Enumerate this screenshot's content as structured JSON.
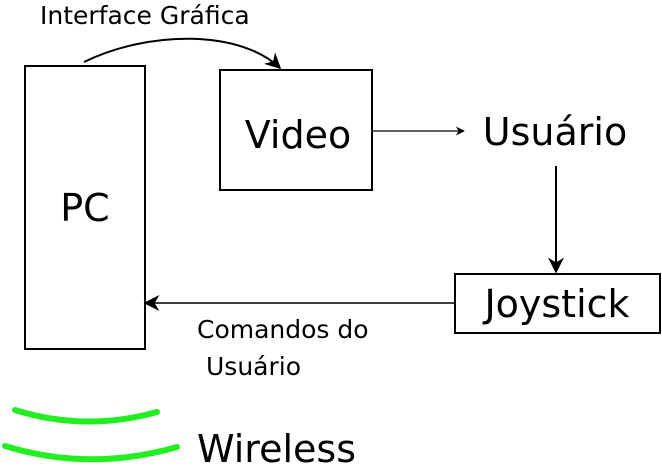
{
  "diagram": {
    "title_label": "Interface Gráfica",
    "nodes": {
      "pc": "PC",
      "video": "Video",
      "user": "Usuário",
      "joystick": "Joystick"
    },
    "edge_label": {
      "line1": "Comandos do",
      "line2": "Usuário"
    },
    "wireless_label": "Wireless",
    "colors": {
      "stroke": "#000000",
      "wireless": "#22ee22"
    }
  }
}
